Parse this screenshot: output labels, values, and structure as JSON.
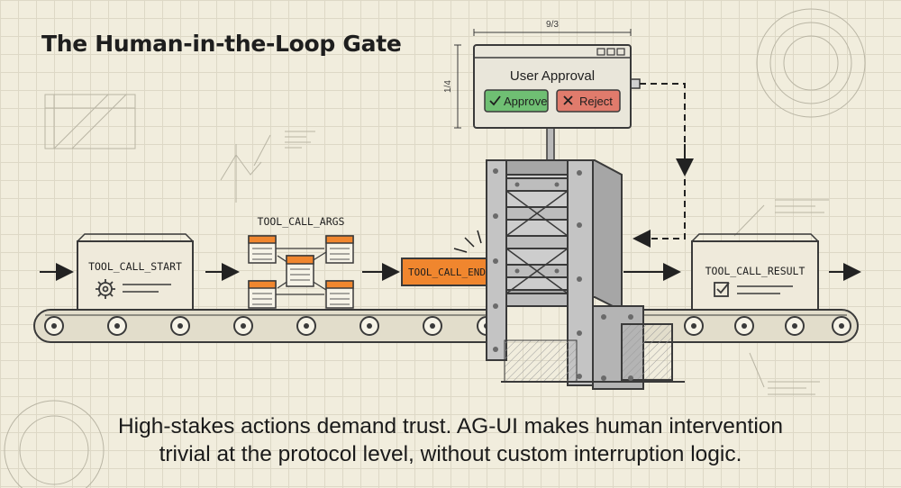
{
  "title": "The Human-in-the-Loop Gate",
  "approval_window": {
    "title": "User Approval",
    "approve_label": "Approve",
    "reject_label": "Reject",
    "width_dim": "9/3",
    "height_dim": "1/4"
  },
  "events": {
    "start": "TOOL_CALL_START",
    "args": "TOOL_CALL_ARGS",
    "end": "TOOL_CALL_END",
    "result": "TOOL_CALL_RESULT"
  },
  "caption": {
    "line1": "High-stakes actions demand trust. AG-UI makes human intervention",
    "line2": "trivial at the protocol level, without custom interruption logic."
  },
  "colors": {
    "accent_orange": "#f0862e",
    "approve_green": "#6fbf73",
    "reject_red": "#e07b6c",
    "ink": "#3a3a3a",
    "paper": "#f1eddd"
  },
  "icons": {
    "start": "gear-icon",
    "result": "checklist-icon",
    "approve": "check-icon",
    "reject": "x-icon"
  }
}
